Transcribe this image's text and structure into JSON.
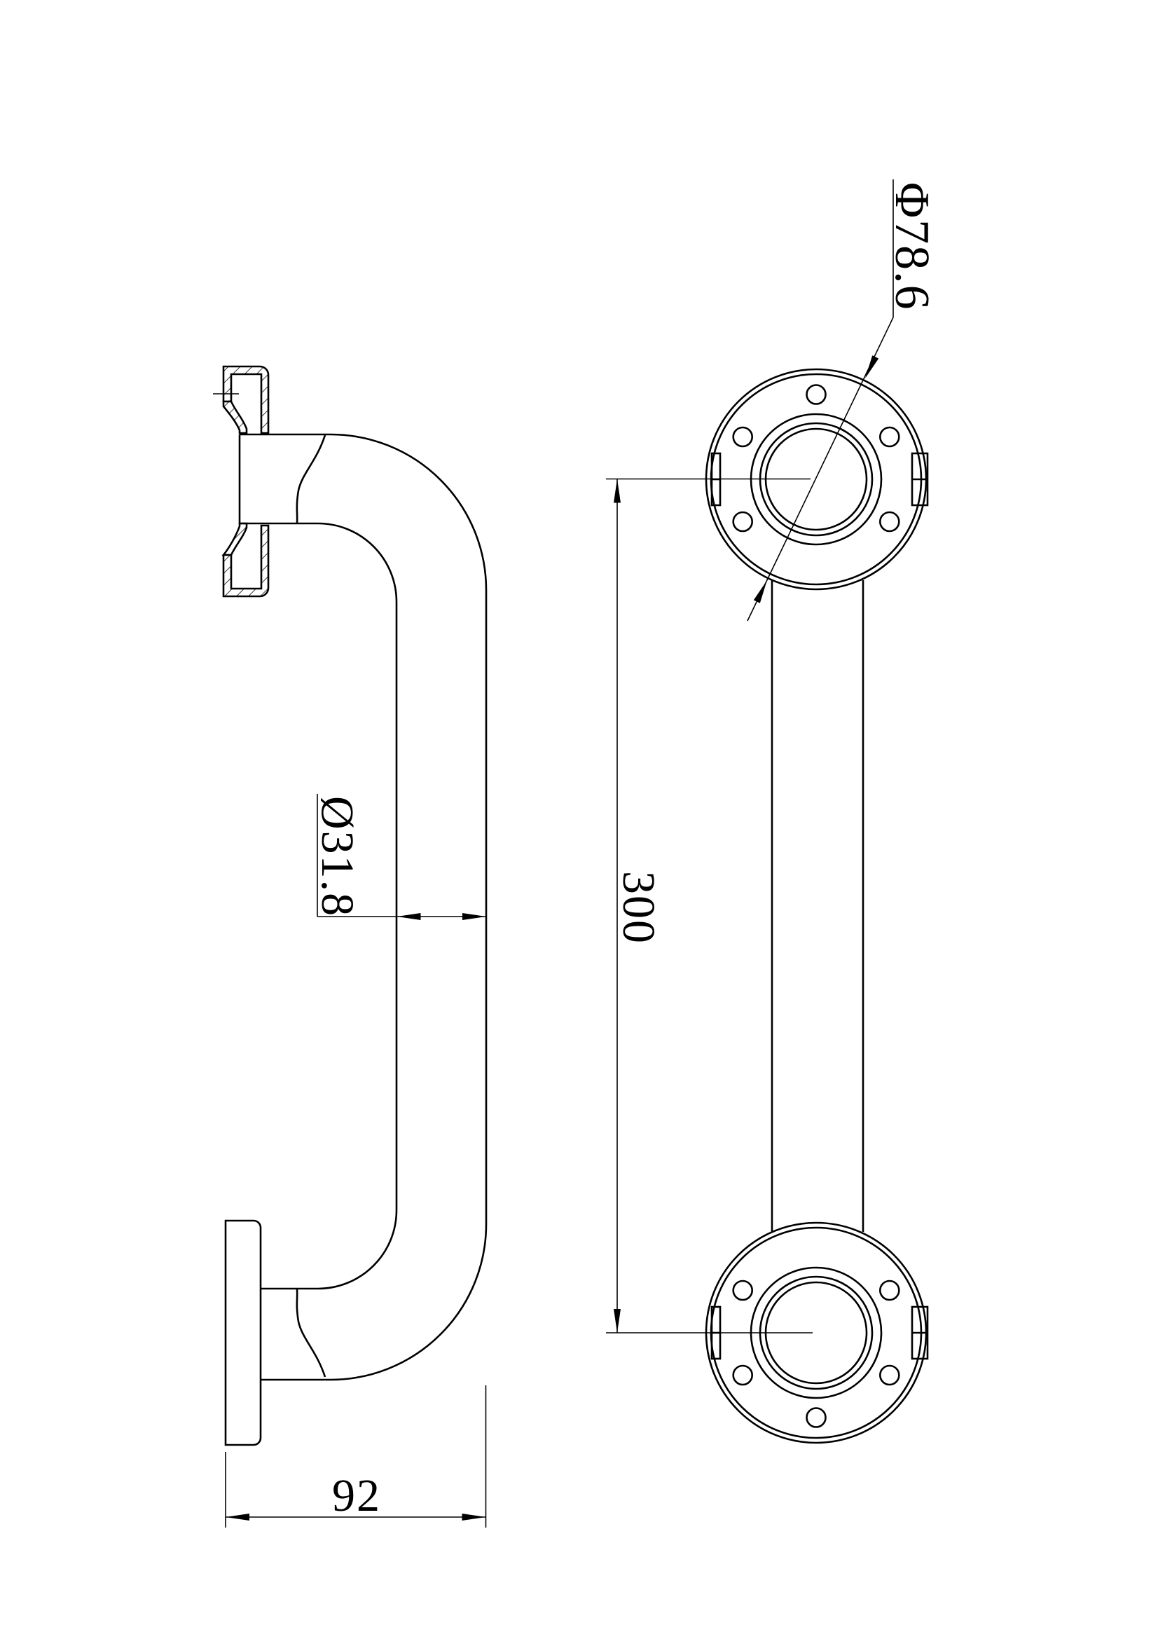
{
  "colors": {
    "background": "#ffffff",
    "line": "#000000"
  },
  "annotations": {
    "flange_diameter": "Φ78.6",
    "tube_diameter": "Ø31.8",
    "center_distance": "300",
    "wall_projection": "92"
  }
}
